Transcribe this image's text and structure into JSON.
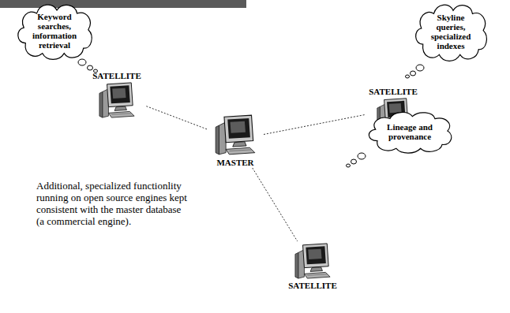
{
  "diagram": {
    "nodes": [
      {
        "text": [
          "Keyword searches, information retrieval"
        ]
      },
      {
        "text": [
          "Skyline queries, specialized indexes"
        ]
      },
      {
        "text": [
          "SATELLITE"
        ]
      },
      {
        "text": [
          "SATELLITE"
        ]
      },
      {
        "text": [
          "MASTER"
        ]
      },
      {
        "text": [
          "Lineage and provenance"
        ]
      },
      {
        "text": [
          "SATELLITE"
        ]
      }
    ],
    "edges": [
      {
        "from": 4,
        "to": 2,
        "arrow": "none"
      },
      {
        "from": 4,
        "to": 3,
        "arrow": "none"
      },
      {
        "from": 4,
        "to": 6,
        "arrow": "none"
      }
    ],
    "labels": [
      "Additional, specialized functionlity running on open source engines kept consistent with the master database (a commercial engine)."
    ]
  }
}
